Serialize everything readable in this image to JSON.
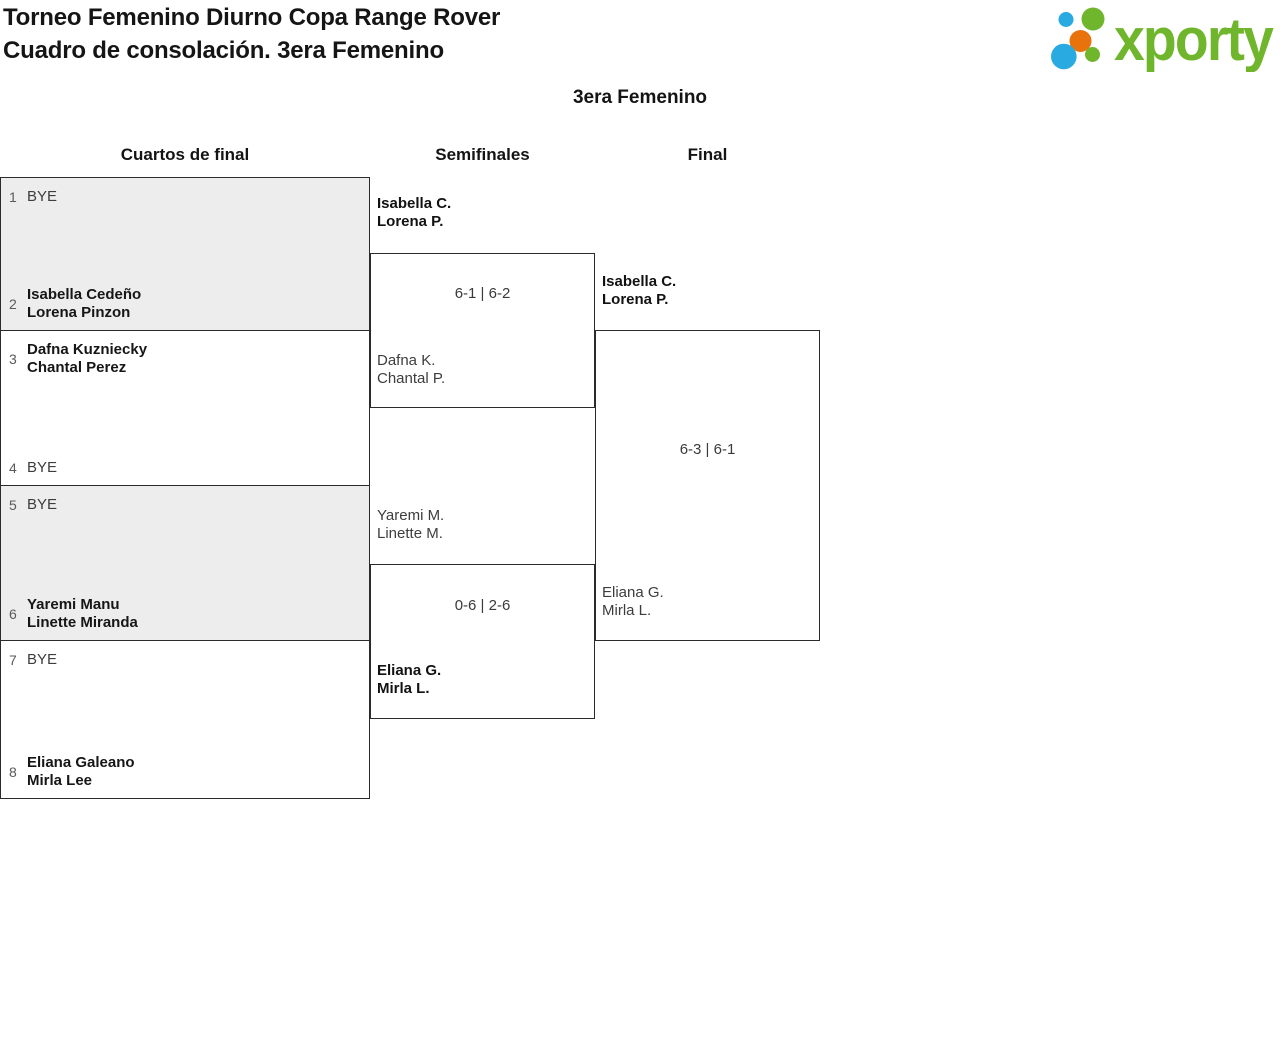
{
  "header": {
    "title_line1": "Torneo Femenino Diurno Copa Range Rover",
    "title_line2": "Cuadro de consolación. 3era Femenino"
  },
  "logo": {
    "text": "xporty"
  },
  "bracket": {
    "category": "3era Femenino",
    "round_headers": [
      "Cuartos de final",
      "Semifinales",
      "Final"
    ],
    "quarterfinals": [
      {
        "top": {
          "seed": "1",
          "lines": [
            "BYE"
          ],
          "bye": true
        },
        "bottom": {
          "seed": "2",
          "lines": [
            "Isabella Cedeño",
            "Lorena Pinzon"
          ]
        }
      },
      {
        "top": {
          "seed": "3",
          "lines": [
            "Dafna Kuzniecky",
            "Chantal Perez"
          ]
        },
        "bottom": {
          "seed": "4",
          "lines": [
            "BYE"
          ],
          "bye": true
        }
      },
      {
        "top": {
          "seed": "5",
          "lines": [
            "BYE"
          ],
          "bye": true
        },
        "bottom": {
          "seed": "6",
          "lines": [
            "Yaremi Manu",
            "Linette Miranda"
          ]
        }
      },
      {
        "top": {
          "seed": "7",
          "lines": [
            "BYE"
          ],
          "bye": true
        },
        "bottom": {
          "seed": "8",
          "lines": [
            "Eliana Galeano",
            "Mirla Lee"
          ]
        }
      }
    ],
    "semifinals": [
      {
        "top": {
          "lines": [
            "Isabella C.",
            "Lorena P."
          ],
          "winner": true
        },
        "score": "6-1 | 6-2",
        "bottom": {
          "lines": [
            "Dafna K.",
            "Chantal P."
          ],
          "winner": false
        }
      },
      {
        "top": {
          "lines": [
            "Yaremi M.",
            "Linette M."
          ],
          "winner": false
        },
        "score": "0-6 | 2-6",
        "bottom": {
          "lines": [
            "Eliana G.",
            "Mirla L."
          ],
          "winner": true
        }
      }
    ],
    "final": {
      "top": {
        "lines": [
          "Isabella C.",
          "Lorena P."
        ],
        "winner": true
      },
      "score": "6-3 | 6-1",
      "bottom": {
        "lines": [
          "Eliana G.",
          "Mirla L."
        ],
        "winner": false
      }
    }
  },
  "colors": {
    "brand_green": "#6fb62c",
    "brand_blue": "#29abe2",
    "brand_orange": "#e8720c",
    "shaded_box_bg": "#ededed",
    "box_border": "#2b2b2b"
  }
}
